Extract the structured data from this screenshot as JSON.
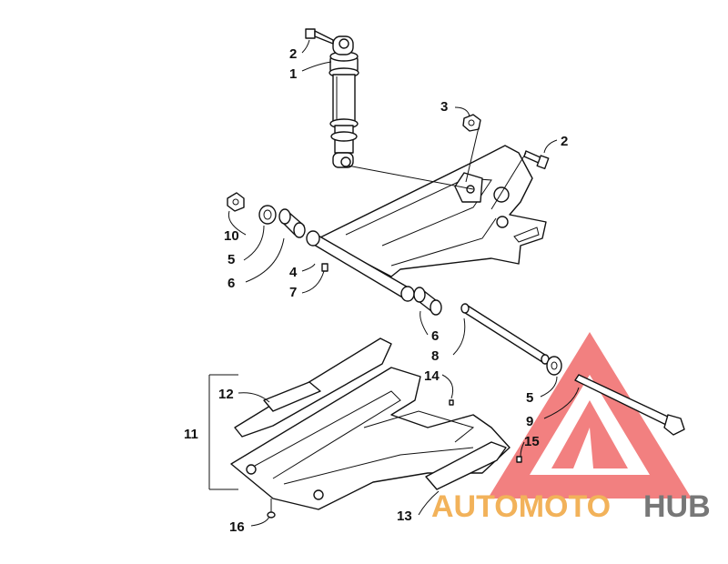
{
  "callouts": {
    "c1": "1",
    "c2a": "2",
    "c2b": "2",
    "c3": "3",
    "c4": "4",
    "c5a": "5",
    "c5b": "5",
    "c6a": "6",
    "c6b": "6",
    "c7": "7",
    "c8": "8",
    "c9": "9",
    "c10": "10",
    "c11": "11",
    "c12": "12",
    "c13": "13",
    "c14": "14",
    "c15": "15",
    "c16": "16"
  },
  "watermark": {
    "text_a": "AUTOMOTO",
    "text_b": "HUB",
    "color_a": "#f2b25a",
    "color_b": "#777777",
    "triangle_color": "#f06a6a"
  }
}
